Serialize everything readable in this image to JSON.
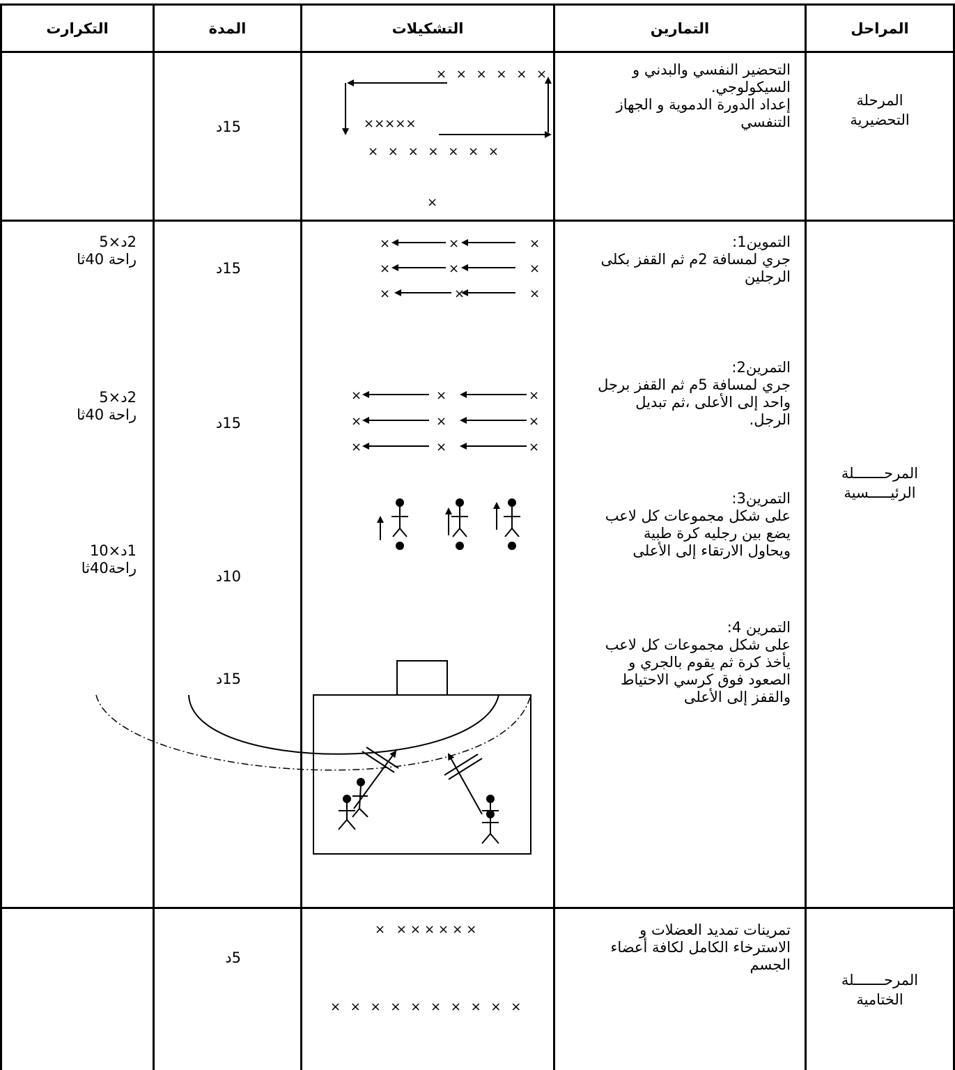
{
  "headers": {
    "repetitions": "التكرارت",
    "duration": "المدة",
    "formations": "التشكيلات",
    "exercises": "التمارين",
    "phases": "المراحل"
  },
  "phase1": {
    "name_l1": "المرحلة",
    "name_l2": "التحضيرية",
    "ex_l1": "التحضير النفسي والبدني و",
    "ex_l2": "السيكولوجي.",
    "ex_l3": "إعداد الدورة الدموية و الجهاز",
    "ex_l4": "التنفسي",
    "duration": "15د"
  },
  "phase2": {
    "name_l1": "المرحـــــــلة",
    "name_l2": "الرئيـــــسية",
    "ex1": {
      "title": "التموين1:",
      "l1": "جري لمسافة 2م ثم القفز بكلى",
      "l2": "الرجلين",
      "duration": "15د",
      "rep_l1": "2د×5",
      "rep_l2": "راحة 40ثا"
    },
    "ex2": {
      "title": "التمرين2:",
      "l1": "جري لمسافة 5م ثم القفز برجل",
      "l2": "واحد إلى الأعلى ،ثم تبديل",
      "l3": "الرجل.",
      "duration": "15د",
      "rep_l1": "2د×5",
      "rep_l2": "راحة 40ثا"
    },
    "ex3": {
      "title": "التمرين3:",
      "l1": "على شكل مجموعات كل لاعب",
      "l2": "يضع بين رجليه كرة طبية",
      "l3": "ويحاول الارتقاء إلى الأعلى",
      "duration": "10د",
      "rep_l1": "1د×10",
      "rep_l2": "راحة40ثا"
    },
    "ex4": {
      "title": "التمرين 4:",
      "l1": "على شكل مجموعات كل لاعب",
      "l2": "يأخذ كرة ثم يقوم بالجري و",
      "l3": "الصعود فوق كرسي الاحتياط",
      "l4": "والقفز إلى الأعلى",
      "duration": "15د"
    }
  },
  "phase3": {
    "name_l1": "المرحـــــــلة",
    "name_l2": "الختامية",
    "ex_l1": "تمرينات تمديد العضلات و",
    "ex_l2": "الاسترخاء الكامل لكافة أعضاء",
    "ex_l3": "الجسم",
    "duration": "5د"
  },
  "marks": {
    "x6": "× × × × × ×",
    "x5": "×××××",
    "x7": "× × × × × × ×",
    "x1": "×",
    "x_sep": "× ×××××× ",
    "x10": "× × × × × × × × × ×"
  }
}
